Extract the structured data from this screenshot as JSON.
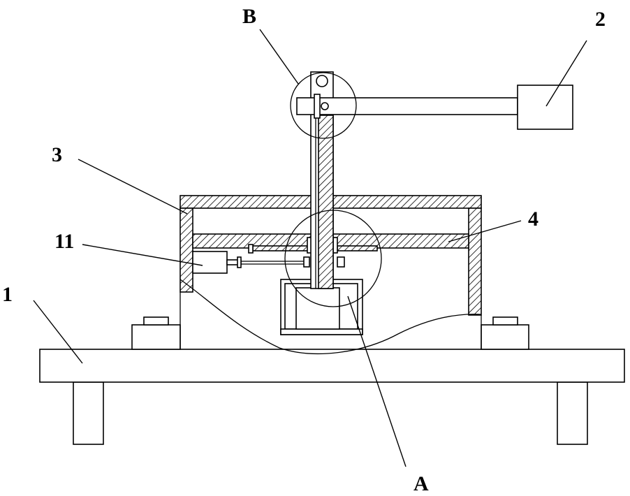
{
  "labels": {
    "base_plate": "1",
    "arm_block": "2",
    "housing": "3",
    "partition": "4",
    "motor": "11",
    "detail_a": "A",
    "detail_b": "B"
  }
}
